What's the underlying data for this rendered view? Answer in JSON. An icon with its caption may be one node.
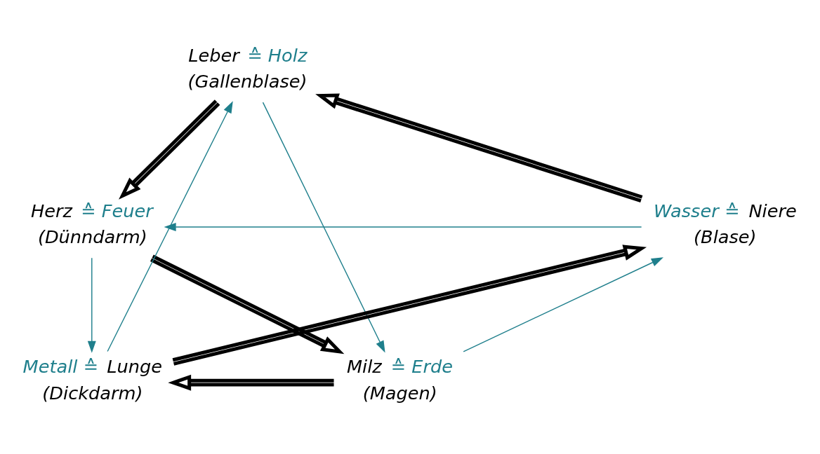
{
  "diagram": {
    "nodes": [
      {
        "text": [
          "Leber",
          "(Gallenblase)"
        ],
        "beside": [
          "≙ Holz"
        ]
      },
      {
        "text": [
          "Niere",
          "(Blase)"
        ],
        "beside": [
          "Wasser ≙"
        ]
      },
      {
        "text": [
          "Herz",
          "(Dünndarm)"
        ],
        "beside": [
          "≙ Feuer"
        ]
      },
      {
        "text": [
          "Lunge",
          "(Dickdarm)"
        ],
        "beside": [
          "Metall ≙"
        ]
      },
      {
        "text": [
          "Milz",
          "(Magen)"
        ],
        "beside": [
          "≙ Erde"
        ]
      }
    ],
    "edges": [
      {
        "from": 0,
        "to": 2,
        "arrow": "to",
        "style": "thick"
      },
      {
        "from": 2,
        "to": 4,
        "arrow": "to",
        "style": "thick"
      },
      {
        "from": 4,
        "to": 3,
        "arrow": "to",
        "style": "thick"
      },
      {
        "from": 3,
        "to": 1,
        "arrow": "to",
        "style": "thick"
      },
      {
        "from": 1,
        "to": 0,
        "arrow": "to",
        "style": "thick"
      },
      {
        "from": 1,
        "to": 2,
        "arrow": "to",
        "color": "#1f7f8c"
      },
      {
        "from": 2,
        "to": 3,
        "arrow": "to",
        "color": "#1f7f8c"
      },
      {
        "from": 3,
        "to": 0,
        "arrow": "to",
        "color": "#1f7f8c"
      },
      {
        "from": 0,
        "to": 4,
        "arrow": "to",
        "color": "#1f7f8c"
      },
      {
        "from": 4,
        "to": 1,
        "arrow": "to",
        "color": "#1f7f8c"
      }
    ]
  }
}
